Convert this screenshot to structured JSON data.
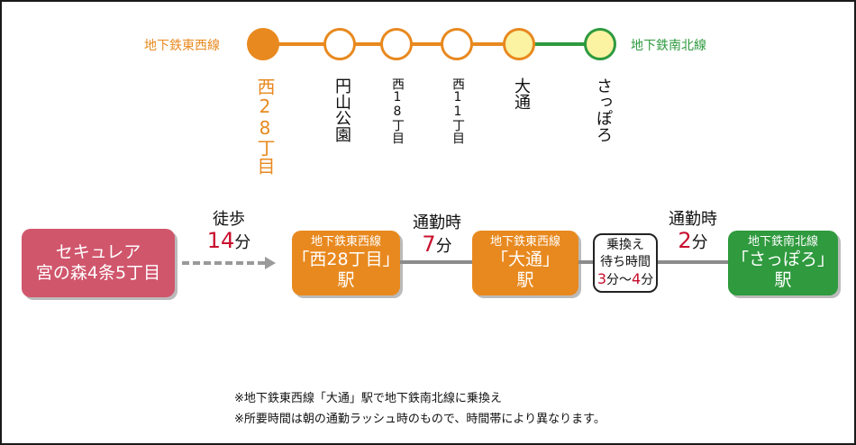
{
  "map": {
    "tozai_line_label": "地下鉄東西線",
    "namboku_line_label": "地下鉄南北線",
    "stations": [
      {
        "name": "西28丁目"
      },
      {
        "name": "円山公園"
      },
      {
        "name": "西18丁目"
      },
      {
        "name": "西11丁目"
      },
      {
        "name": "大通"
      },
      {
        "name": "さっぽろ"
      }
    ],
    "colors": {
      "tozai": "#e8891f",
      "namboku": "#2e9a3e",
      "transfer_fill": "#fbf3a2",
      "current_fill": "#e8891f"
    }
  },
  "route": {
    "origin": {
      "line1": "セキュレア",
      "line2": "宮の森4条5丁目"
    },
    "walk": {
      "label": "徒歩",
      "minutes": "14",
      "unit": "分"
    },
    "station1": {
      "line": "地下鉄東西線",
      "name": "「西28丁目」",
      "suffix": "駅"
    },
    "ride1": {
      "label": "通勤時",
      "minutes": "7",
      "unit": "分"
    },
    "station2": {
      "line": "地下鉄東西線",
      "name": "「大通」",
      "suffix": "駅"
    },
    "transfer": {
      "line1": "乗換え",
      "line2": "待ち時間",
      "min_from": "3",
      "unit_from": "分",
      "tilde": "〜",
      "min_to": "4",
      "unit_to": "分"
    },
    "ride2": {
      "label": "通勤時",
      "minutes": "2",
      "unit": "分"
    },
    "station3": {
      "line": "地下鉄南北線",
      "name": "「さっぽろ」",
      "suffix": "駅"
    }
  },
  "notes": [
    "※地下鉄東西線「大通」駅で地下鉄南北線に乗換え",
    "※所要時間は朝の通勤ラッシュ時のもので、時間帯により異なります。"
  ]
}
